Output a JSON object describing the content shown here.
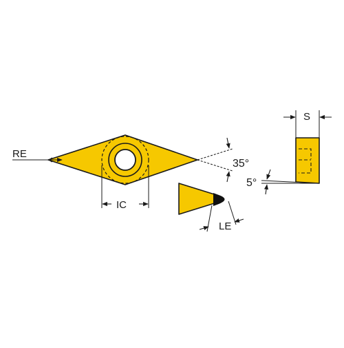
{
  "labels": {
    "re": "RE",
    "ic": "IC",
    "angle_35": "35°",
    "angle_5": "5°",
    "le": "LE",
    "s": "S"
  },
  "colors": {
    "insert_fill": "#f6c800",
    "outline": "#1a1a1a",
    "tip": "#111111",
    "background": "#ffffff"
  }
}
